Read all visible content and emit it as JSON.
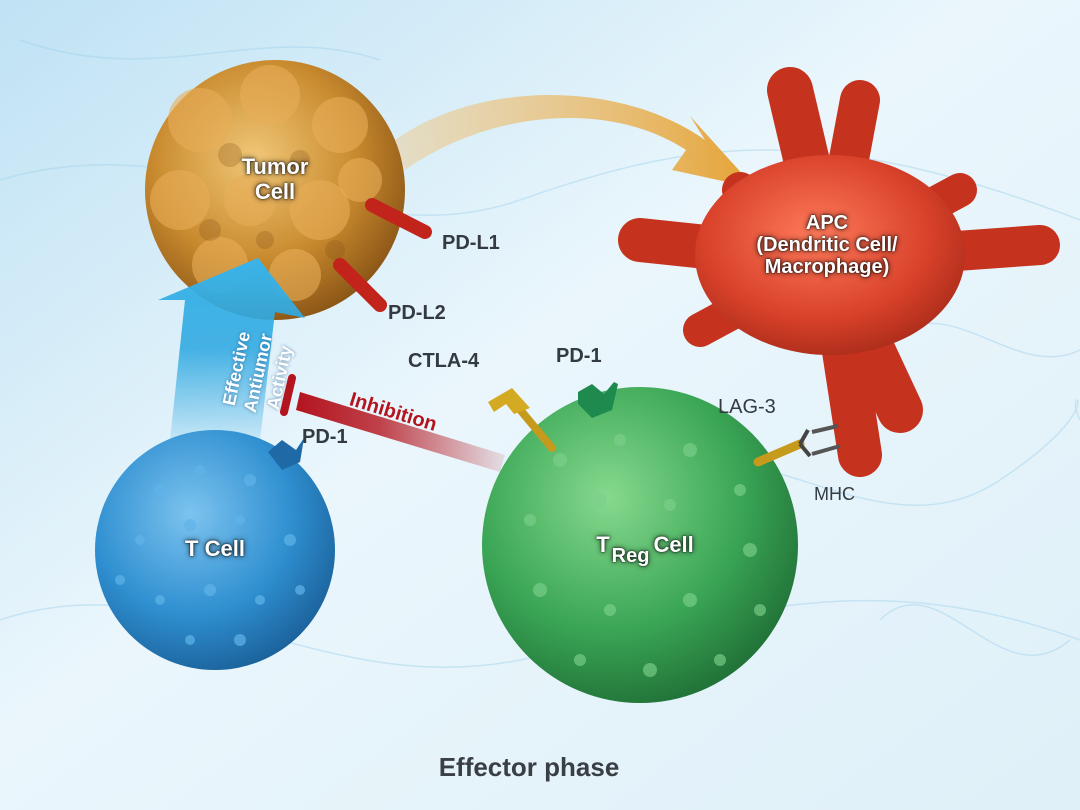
{
  "cells": {
    "tumor": {
      "line1": "Tumor",
      "line2": "Cell"
    },
    "apc": {
      "line1": "APC",
      "line2": "(Dendritic Cell/",
      "line3": "Macrophage)"
    },
    "t_cell": {
      "label": "T Cell"
    },
    "treg": {
      "t": "T",
      "sub": "Reg",
      "cell": "Cell"
    }
  },
  "molecules": {
    "pd_l1": "PD-L1",
    "pd_l2": "PD-L2",
    "ctla4": "CTLA-4",
    "pd1_treg": "PD-1",
    "pd1_tcell": "PD-1",
    "lag3": "LAG-3",
    "mhc": "MHC"
  },
  "arrows": {
    "effective": {
      "line1": "Effective",
      "line2": "Antiumor",
      "line3": "Activity"
    },
    "inhibition": "Inhibition"
  },
  "caption": "Effector phase",
  "colors": {
    "tumor": "#c98a2e",
    "apc": "#d8412a",
    "t_cell": "#2f8fd0",
    "treg": "#3aa655",
    "arrow_blue": "#2aa6e0",
    "inhibition_red": "#b4141e",
    "curve_arrow": "#e4a234"
  }
}
